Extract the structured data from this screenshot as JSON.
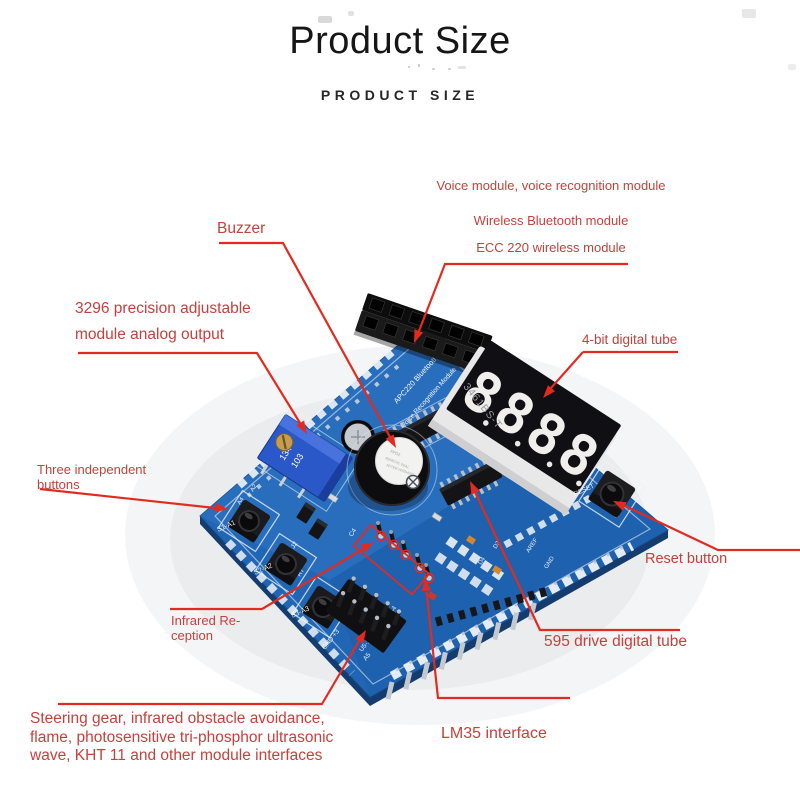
{
  "header": {
    "title": "Product Size",
    "subtitle": "PRODUCT SIZE"
  },
  "colors": {
    "label_red": "#c5413c",
    "line_red": "#e22b20",
    "board_blue": "#2166b4",
    "board_blue_light": "#3b80cf",
    "board_edge_dark": "#143c6f",
    "silkscreen_white": "#eef3f8"
  },
  "annotations": {
    "voice_group": {
      "lines": [
        "Voice module, voice recognition module",
        "Wireless Bluetooth module",
        "ECC 220 wireless module"
      ]
    },
    "buzzer": {
      "text": "Buzzer"
    },
    "pot": {
      "lines": [
        "3296 precision adjustable",
        "module analog output"
      ]
    },
    "tube4": {
      "text": "4-bit digital tube"
    },
    "buttons3": {
      "lines": [
        "Three independent",
        "buttons"
      ]
    },
    "reset": {
      "text": "Reset button"
    },
    "infrared": {
      "lines": [
        "Infrared Re-",
        "ception"
      ]
    },
    "drive595": {
      "text": "595 drive digital tube"
    },
    "steering": {
      "lines": [
        "Steering gear, infrared obstacle avoidance,",
        "flame, photosensitive tri-phosphor ultrasonic",
        "wave, KHT 11 and other module interfaces"
      ]
    },
    "lm35": {
      "text": "LM35 interface"
    }
  },
  "board_silkscreen": {
    "apc220": "APC220 Bluetooth",
    "voice_module": "Voice Recognition Module",
    "display_part_no": "3461BS-T",
    "display_digits": [
      "8",
      "8",
      "8",
      "8"
    ],
    "reset_label": "RESET",
    "btn1": "S1-A1",
    "btn2": "S2-A2",
    "btn3": "S3-A3",
    "gnd": "GND +3",
    "a5": "A5",
    "sensor_row": "U5-18B20-LM35-A4",
    "c4": "C4",
    "j2": "J2",
    "r7": "R7",
    "aref": "AREF",
    "gnd2": "GND",
    "a2": "A2",
    "a4": "A4",
    "d3": "D3",
    "d4": "D4",
    "pot_code1": "134",
    "pot_code2": "103",
    "buzzer_sticker": [
      "XPD2",
      "REMOVE SEAL",
      "AFTER WASHING"
    ]
  }
}
